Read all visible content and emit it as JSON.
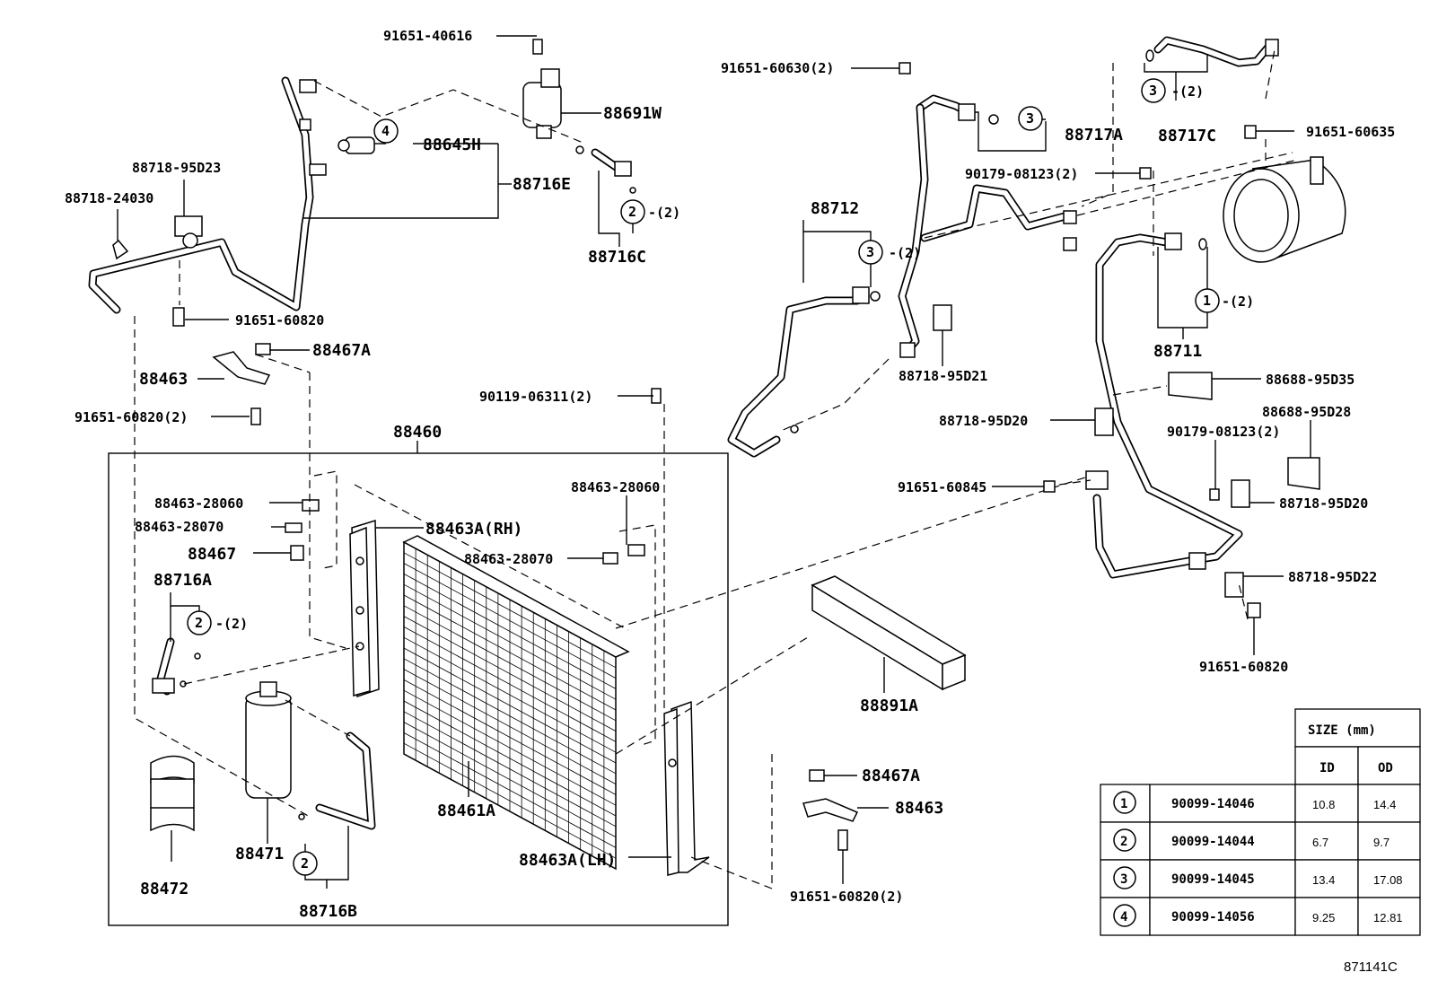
{
  "diagram_id": "871141C",
  "labels": {
    "l91651_40616": "91651-40616",
    "l88691W": "88691W",
    "l88645H": "88645H",
    "l88716E": "88716E",
    "l88716C": "88716C",
    "l2x2_top": "-(2)",
    "l88718_95D23": "88718-95D23",
    "l88718_24030": "88718-24030",
    "l91651_60820_a": "91651-60820",
    "l88467A_a": "88467A",
    "l88463_a": "88463",
    "l91651_60820_2a": "91651-60820(2)",
    "l90119_06311": "90119-06311(2)",
    "l88460": "88460",
    "l88463_28060_a": "88463-28060",
    "l88463_28070_a": "88463-28070",
    "l88467": "88467",
    "l88716A": "88716A",
    "l2x2_left": "-(2)",
    "l88463A_RH": "88463A(RH)",
    "l88463_28060_b": "88463-28060",
    "l88463_28070_b": "88463-28070",
    "l88461A": "88461A",
    "l88471": "88471",
    "l88472": "88472",
    "l88716B": "88716B",
    "l88463A_LH": "88463A(LH)",
    "l88467A_b": "88467A",
    "l88463_b": "88463",
    "l91651_60820_2b": "91651-60820(2)",
    "l88891A": "88891A",
    "l91651_60630": "91651-60630(2)",
    "l88717A": "88717A",
    "l88717C": "88717C",
    "l3x2_top": "-(2)",
    "l91651_60635": "91651-60635",
    "l90179_08123_a": "90179-08123(2)",
    "l88712": "88712",
    "l3x2_mid": "-(2)",
    "l88711": "88711",
    "l1x2": "-(2)",
    "l88718_95D21": "88718-95D21",
    "l88688_95D35": "88688-95D35",
    "l88718_95D20_a": "88718-95D20",
    "l88688_95D28": "88688-95D28",
    "l90179_08123_b": "90179-08123(2)",
    "l91651_60845": "91651-60845",
    "l88718_95D20_b": "88718-95D20",
    "l88718_95D22": "88718-95D22",
    "l91651_60820_c": "91651-60820"
  },
  "callouts": {
    "c1": "1",
    "c2": "2",
    "c3": "3",
    "c4": "4"
  },
  "size_table": {
    "title": "SIZE (mm)",
    "col_id": "ID",
    "col_od": "OD",
    "rows": [
      {
        "ref": "1",
        "part": "90099-14046",
        "id": "10.8",
        "od": "14.4"
      },
      {
        "ref": "2",
        "part": "90099-14044",
        "id": "6.7",
        "od": "9.7"
      },
      {
        "ref": "3",
        "part": "90099-14045",
        "id": "13.4",
        "od": "17.08"
      },
      {
        "ref": "4",
        "part": "90099-14056",
        "id": "9.25",
        "od": "12.81"
      }
    ]
  }
}
